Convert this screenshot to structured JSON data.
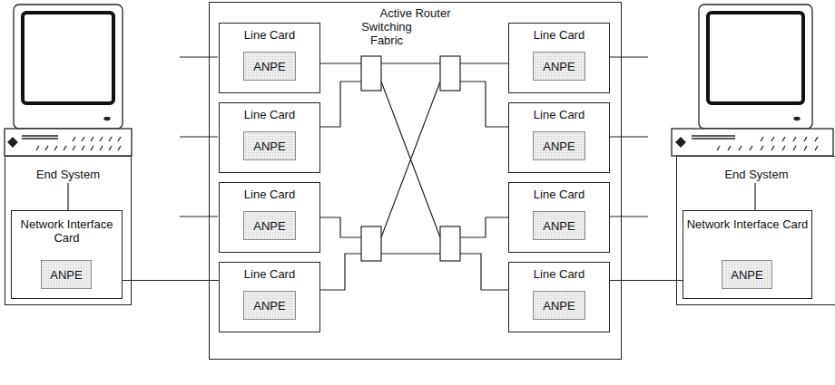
{
  "diagram": {
    "nodes": [
      {
        "text": [
          "End System"
        ]
      },
      {
        "text": [
          "Network Interface Card"
        ],
        "in": 0
      },
      {
        "text": [
          "ANPE"
        ],
        "in": 1
      },
      {
        "text": [
          "Active Router"
        ]
      },
      {
        "text": [
          "Line Card"
        ],
        "in": 3
      },
      {
        "text": [
          "ANPE"
        ],
        "in": 4
      },
      {
        "text": [
          "Line Card"
        ],
        "in": 3
      },
      {
        "text": [
          "ANPE"
        ],
        "in": 6
      },
      {
        "text": [
          "Line Card"
        ],
        "in": 3
      },
      {
        "text": [
          "ANPE"
        ],
        "in": 8
      },
      {
        "text": [
          "Line Card"
        ],
        "in": 3
      },
      {
        "text": [
          "ANPE"
        ],
        "in": 10
      },
      {
        "text": [
          "Line Card"
        ],
        "in": 3
      },
      {
        "text": [
          "ANPE"
        ],
        "in": 12
      },
      {
        "text": [
          "Line Card"
        ],
        "in": 3
      },
      {
        "text": [
          "ANPE"
        ],
        "in": 14
      },
      {
        "text": [
          "Line Card"
        ],
        "in": 3
      },
      {
        "text": [
          "ANPE"
        ],
        "in": 16
      },
      {
        "text": [
          "Line Card"
        ],
        "in": 3
      },
      {
        "text": [
          "ANPE"
        ],
        "in": 18
      },
      {
        "text": [
          "End System"
        ]
      },
      {
        "text": [
          "Network Interface Card"
        ],
        "in": 20
      },
      {
        "text": [
          "ANPE"
        ],
        "in": 21
      }
    ],
    "edges": [
      {
        "from": 1,
        "to": 10,
        "arrow": "none"
      },
      {
        "from": 18,
        "to": 21,
        "arrow": "none"
      }
    ],
    "labels": [
      "Switching Fabric"
    ]
  }
}
